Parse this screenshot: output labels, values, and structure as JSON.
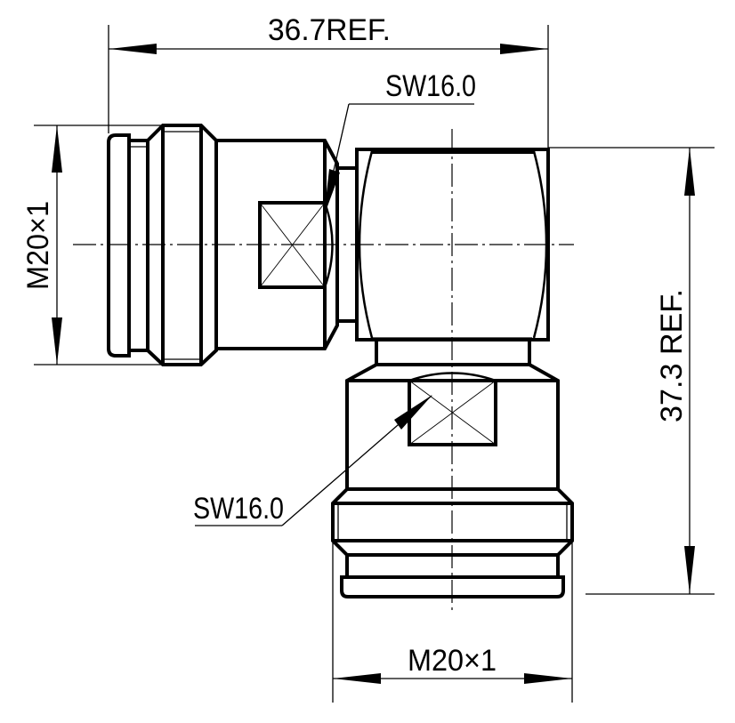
{
  "drawing": {
    "type": "right-angle coaxial adapter, dimensioned outline drawing",
    "line_color": "#000000",
    "background": "#ffffff"
  },
  "dimensions": {
    "overall_width": {
      "label": "36.7REF.",
      "value": 36.7,
      "unit": "mm",
      "orientation": "horizontal"
    },
    "overall_height": {
      "label": "37.3 REF.",
      "value": 37.3,
      "unit": "mm",
      "orientation": "vertical"
    },
    "left_thread": {
      "label": "M20×1",
      "orientation": "vertical"
    },
    "bottom_thread": {
      "label": "M20×1",
      "orientation": "horizontal"
    }
  },
  "callouts": {
    "upper_wrench_flat": {
      "label": "SW16.0"
    },
    "lower_wrench_flat": {
      "label": "SW16.0"
    }
  }
}
